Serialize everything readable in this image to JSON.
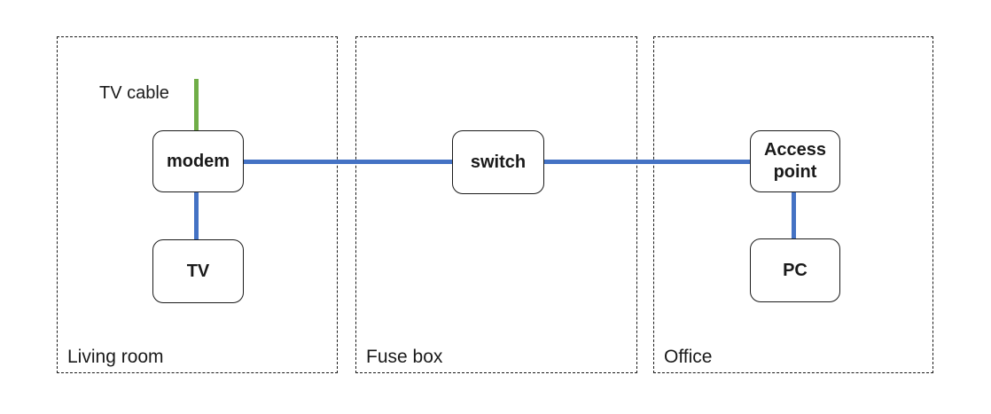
{
  "regions": [
    {
      "label": "Living room"
    },
    {
      "label": "Fuse box"
    },
    {
      "label": "Office"
    }
  ],
  "nodes": {
    "modem": {
      "label": "modem"
    },
    "tv": {
      "label": "TV"
    },
    "switch": {
      "label": "switch"
    },
    "access_point": {
      "label": "Access point"
    },
    "pc": {
      "label": "PC"
    }
  },
  "labels": {
    "tv_cable": "TV cable"
  },
  "connections": [
    {
      "from": "tv_cable_feed",
      "to": "modem",
      "color": "#70AD47"
    },
    {
      "from": "modem",
      "to": "tv",
      "color": "#4472C4"
    },
    {
      "from": "modem",
      "to": "switch",
      "color": "#4472C4"
    },
    {
      "from": "switch",
      "to": "access_point",
      "color": "#4472C4"
    },
    {
      "from": "access_point",
      "to": "pc",
      "color": "#4472C4"
    }
  ],
  "colors": {
    "network_cable": "#4472C4",
    "tv_cable": "#70AD47",
    "box_border": "#1a1a1a",
    "region_border": "#1a1a1a",
    "text": "#1a1a1a",
    "background": "#ffffff"
  }
}
